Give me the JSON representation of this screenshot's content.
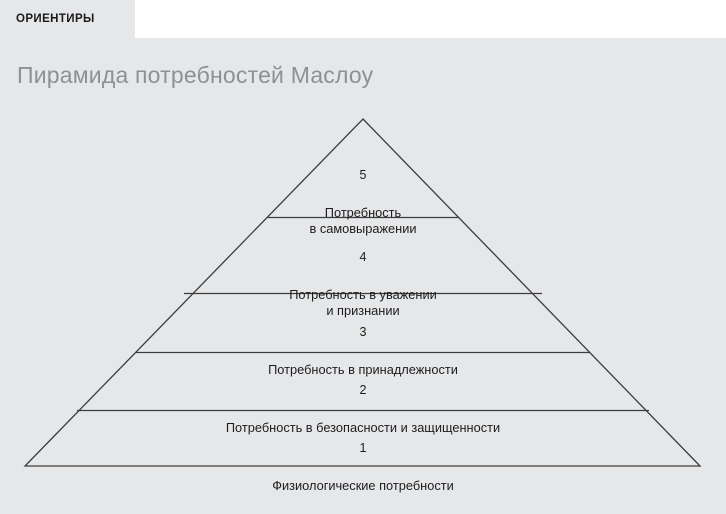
{
  "badge": {
    "label": "ОРИЕНТИРЫ"
  },
  "page": {
    "title": "Пирамида потребностей Маслоу",
    "background_color": "#e6e7e9",
    "title_color": "#8e9194",
    "strip_color": "#ffffff"
  },
  "chart_data": {
    "type": "pyramid",
    "title": "Пирамида потребностей Маслоу",
    "orientation": "apex-up",
    "level_count": 5,
    "outline_color": "#3c3c3c",
    "divider_color": "#3c3c3c",
    "fill_color": "#e6e7e9",
    "levels": [
      {
        "rank": "5",
        "label": "Потребность\nв самовыражении",
        "position": "top"
      },
      {
        "rank": "4",
        "label": "Потребность в уважении\nи признании",
        "position": "second"
      },
      {
        "rank": "3",
        "label": "Потребность в принадлежности",
        "position": "middle"
      },
      {
        "rank": "2",
        "label": "Потребность в безопасности и защищенности",
        "position": "fourth"
      },
      {
        "rank": "1",
        "label": "Физиологические потребности",
        "position": "base"
      }
    ]
  }
}
